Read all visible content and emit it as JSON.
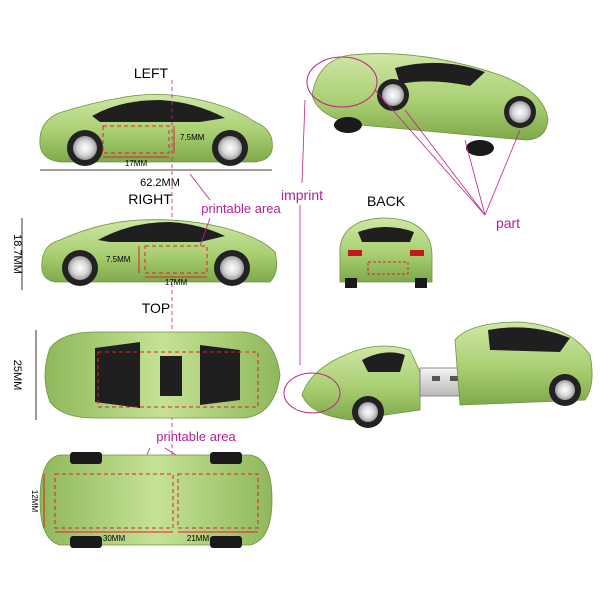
{
  "colors": {
    "body_green": "#a9cf72",
    "body_dark": "#7fa94c",
    "glass": "#1f1f1f",
    "dim_line": "#e0202a",
    "callout": "#c0208a",
    "callout_text": "#b3209a",
    "black_dim": "#000000"
  },
  "views": {
    "left": {
      "title": "LEFT",
      "height_dim": "7.5MM",
      "width_dim": "17MM",
      "length_dim": "62.2MM"
    },
    "right": {
      "title": "RIGHT",
      "height_dim": "7.5MM",
      "width_dim": "17MM",
      "overall_height": "18.7MM",
      "printable_label": "printable area"
    },
    "top": {
      "title": "TOP",
      "overall_width": "25MM"
    },
    "bottom": {
      "printable_label": "printable area",
      "height_dim": "12MM",
      "front_dim": "30MM",
      "rear_dim": "21MM"
    },
    "back": {
      "title": "BACK"
    }
  },
  "callouts": {
    "imprint": "imprint",
    "part": "part"
  }
}
